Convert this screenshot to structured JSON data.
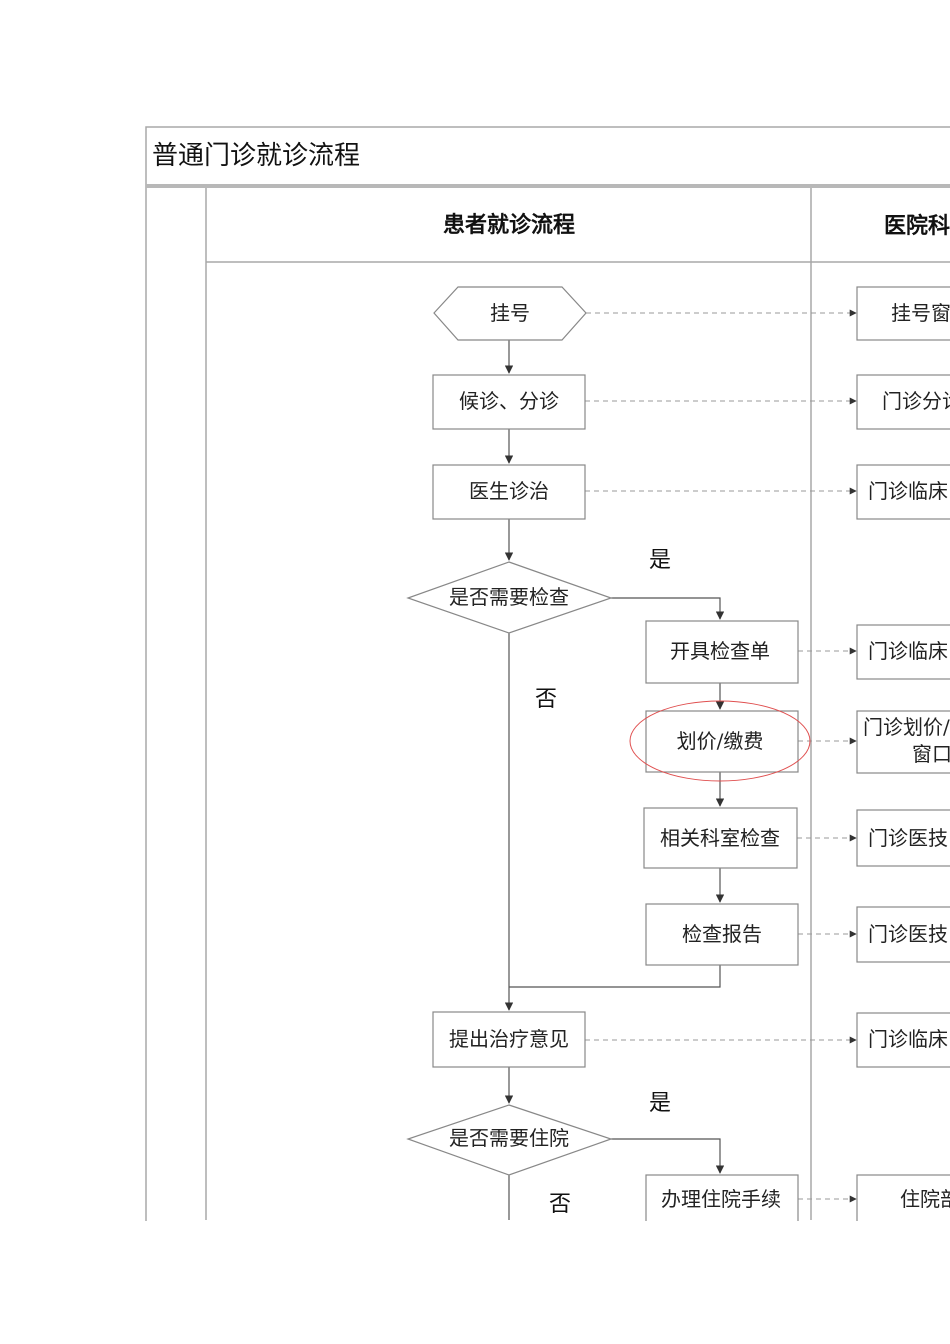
{
  "title": "普通门诊就诊流程",
  "columns": {
    "patient": "患者就诊流程",
    "hospital": "医院科"
  },
  "patient_flow": {
    "register": "挂号",
    "waiting": "候诊、分诊",
    "doctor": "医生诊治",
    "need_exam": "是否需要检查",
    "exam_order": "开具检查单",
    "pricing": "划价/缴费",
    "dept_exam": "相关科室检查",
    "exam_report": "检查报告",
    "treatment": "提出治疗意见",
    "need_admit": "是否需要住院",
    "admission": "办理住院手续"
  },
  "hospital_flow": {
    "register_window": "挂号窗",
    "triage": "门诊分诊",
    "clinic1": "门诊临床",
    "clinic2": "门诊临床",
    "pricing_line1": "门诊划价/",
    "pricing_line2": "窗口",
    "tech1": "门诊医技",
    "tech2": "门诊医技",
    "clinic3": "门诊临床",
    "inpatient": "住院部"
  },
  "branch_labels": {
    "yes1": "是",
    "no1": "否",
    "yes2": "是",
    "no2": "否"
  },
  "colors": {
    "frame": "#a8a8a8",
    "node_border": "#888888",
    "connector": "#555555",
    "dashed": "#999999",
    "highlight": "#e05050"
  }
}
